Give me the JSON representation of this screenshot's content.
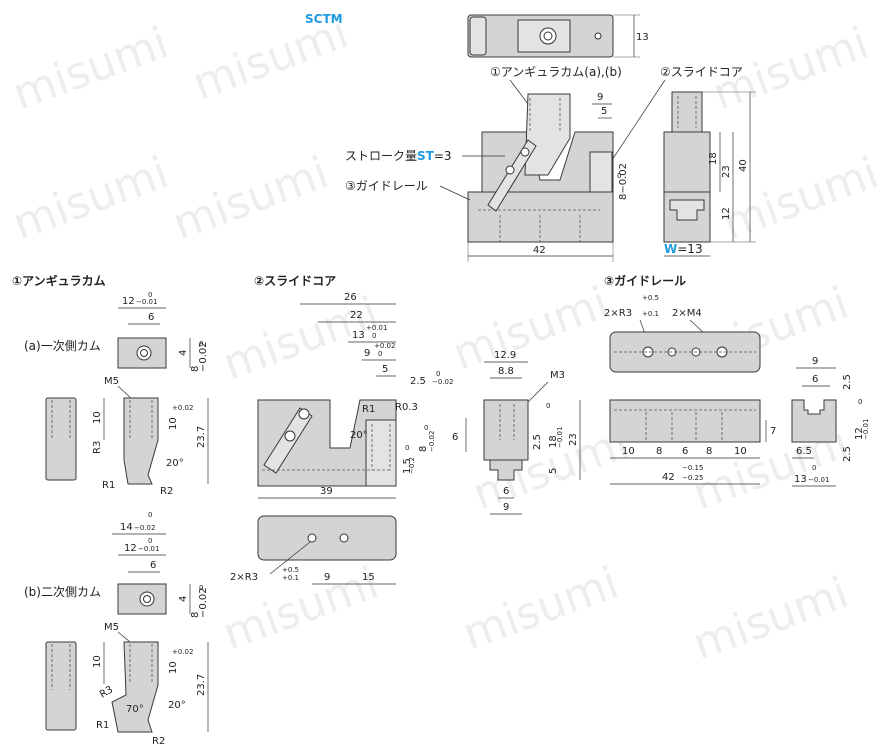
{
  "title": "SCTM",
  "watermark": "misumi",
  "colors": {
    "accent": "#1e9be0",
    "part_fill": "#d4d4d4",
    "outline": "#3a3a3a"
  },
  "assembly": {
    "callout_cam": "①アンギュラカム(a),(b)",
    "callout_core": "②スライドコア",
    "callout_rail": "③ガイドレール",
    "stroke_prefix": "ストローク量",
    "stroke_st": "ST",
    "stroke_value": "=3",
    "width_w": "W",
    "width_value": "=13",
    "dims": {
      "top_height": "13",
      "nine": "9",
      "five": "5",
      "bottom_width": "42",
      "h40": "40",
      "h23": "23",
      "h18": "18",
      "h12": "12",
      "tol8_top": "0",
      "tol8": "8−0.02"
    }
  },
  "cam": {
    "header": "①アンギュラカム",
    "label_a": "(a)一次側カム",
    "label_b": "(b)二次側カム",
    "width12": "12",
    "width12_tol_top": "0",
    "width12_tol": "−0.01",
    "width14": "14",
    "width14_tol_top": "0",
    "width14_tol": "−0.02",
    "six": "6",
    "four": "4",
    "eight": "8",
    "eight_tol_top": "0",
    "eight_tol": "−0.02",
    "m5": "M5",
    "ten": "10",
    "ten_tol_top": "+0.02",
    "ten_tol": "0",
    "h237": "23.7",
    "r3": "R3",
    "r1": "R1",
    "r2": "R2",
    "ang20": "20°",
    "ang70": "70°"
  },
  "core": {
    "header": "②スライドコア",
    "d26": "26",
    "d22": "22",
    "d13": "13",
    "d13_tol_top": "+0.01",
    "d13_tol": "0",
    "d9": "9",
    "d9_tol_top": "+0.02",
    "d9_tol": "0",
    "d5": "5",
    "d25": "2.5",
    "d25_tol_top": "0",
    "d25_tol": "−0.02",
    "r1": "R1",
    "r03": "R0.3",
    "ang20": "20°",
    "d15": "1.5",
    "d15_tol_top": "0",
    "d15_tol": "−0.2",
    "d8": "8",
    "d8_tol_top": "0",
    "d8_tol": "−0.02",
    "d39": "39",
    "holes": "2×R3",
    "holes_tol_top": "+0.5",
    "holes_tol": "+0.1",
    "h9": "9",
    "h15": "15"
  },
  "core_side": {
    "d129": "12.9",
    "d88": "8.8",
    "m3": "M3",
    "six": "6",
    "d25": "2.5",
    "d18": "18",
    "d18_tol_top": "0",
    "d18_tol": "−0.01",
    "d23": "23",
    "five": "5",
    "b6": "6",
    "b9": "9"
  },
  "rail": {
    "header": "③ガイドレール",
    "holes": "2×R3",
    "holes_tol_top": "+0.5",
    "holes_tol": "+0.1",
    "m4": "2×M4",
    "seg10a": "10",
    "seg8a": "8",
    "seg6": "6",
    "seg8b": "8",
    "seg10b": "10",
    "len42": "42",
    "len42_tol_top": "−0.15",
    "len42_tol": "−0.25",
    "seven": "7",
    "side9": "9",
    "side6": "6",
    "side25a": "2.5",
    "side25b": "2.5",
    "side12": "12",
    "side12_tol_top": "0",
    "side12_tol": "−0.01",
    "side65": "6.5",
    "side13": "13",
    "side13_tol_top": "0",
    "side13_tol": "−0.01"
  }
}
